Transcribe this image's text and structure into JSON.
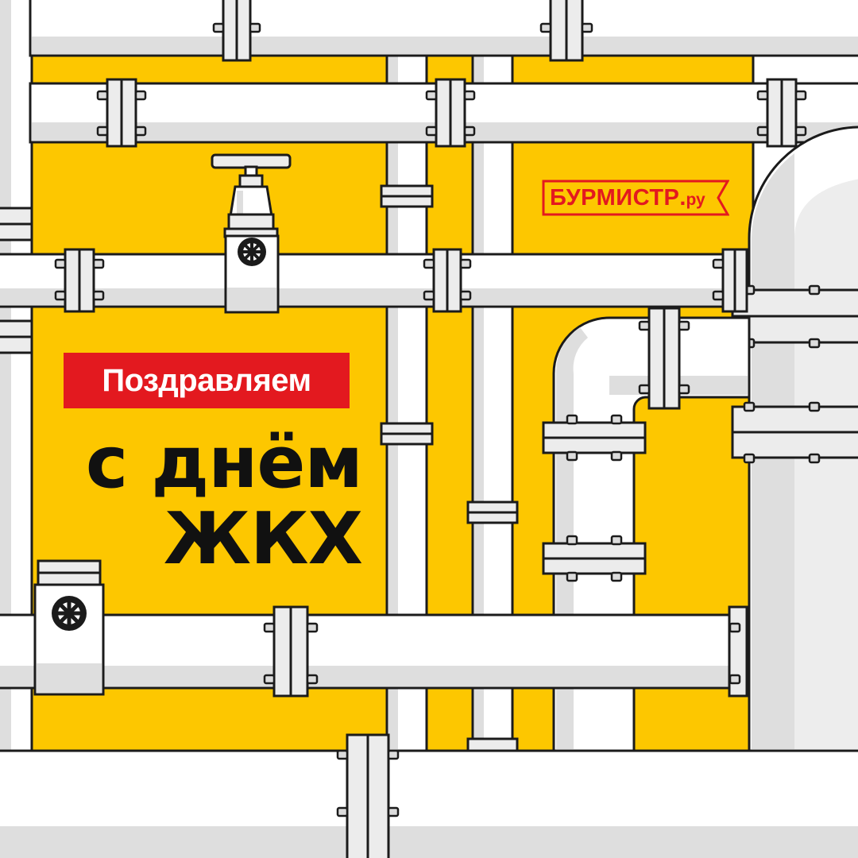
{
  "greeting": {
    "badge": "Поздравляем",
    "line1": "с днём",
    "line2": "ЖКХ"
  },
  "logo": {
    "main": "БУРМИСТР",
    "dot": ".",
    "suffix": "ру"
  },
  "colors": {
    "background_panel": "#fdc700",
    "badge": "#e3191f",
    "pipe": "#ffffff",
    "outline": "#1b1b1b",
    "text": "#111111"
  },
  "icons": [
    "valve-handwheel-icon",
    "valve-handwheel-icon",
    "gate-valve-icon"
  ]
}
